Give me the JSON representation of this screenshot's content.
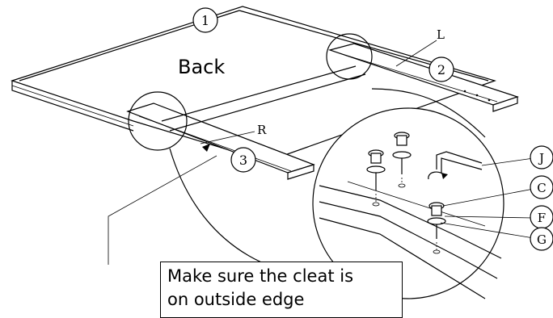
{
  "labels": {
    "side": "Back",
    "part_l": "L",
    "part_r": "R",
    "callout_1": "1",
    "callout_2": "2",
    "callout_3": "3",
    "part_j": "J",
    "part_c": "C",
    "part_f": "F",
    "part_g": "G"
  },
  "note": {
    "line1": "Make sure the cleat is",
    "line2": "on outside edge"
  }
}
